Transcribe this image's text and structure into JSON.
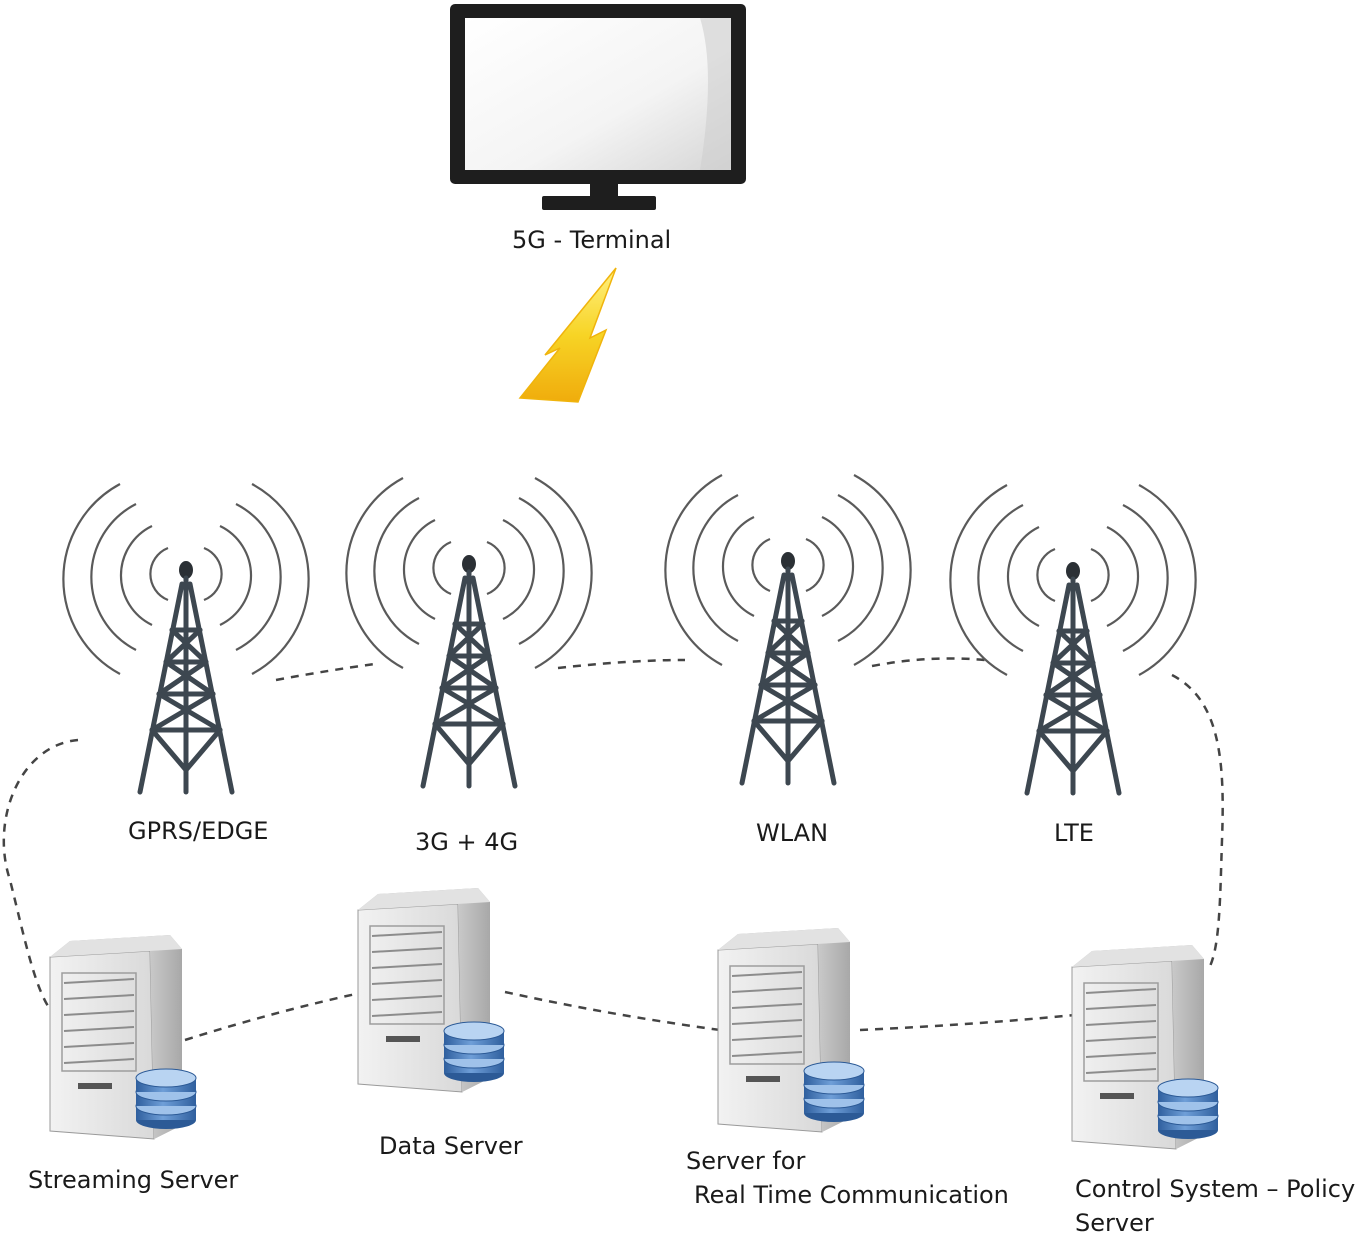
{
  "terminal": {
    "label": "5G - Terminal",
    "icon": "monitor-icon"
  },
  "signal": {
    "icon": "lightning-bolt-icon",
    "color": "#f5c400"
  },
  "towers": [
    {
      "id": "gprs",
      "label": "GPRS/EDGE",
      "icon": "cell-tower-icon"
    },
    {
      "id": "3g4g",
      "label": "3G + 4G",
      "icon": "cell-tower-icon"
    },
    {
      "id": "wlan",
      "label": "WLAN",
      "icon": "cell-tower-icon"
    },
    {
      "id": "lte",
      "label": "LTE",
      "icon": "cell-tower-icon"
    }
  ],
  "servers": [
    {
      "id": "streaming",
      "label": "Streaming Server",
      "icon": "server-database-icon"
    },
    {
      "id": "data",
      "label": "Data Server",
      "icon": "server-database-icon"
    },
    {
      "id": "rtc",
      "label_line1": "Server for",
      "label_line2": "Real Time Communication",
      "icon": "server-database-icon"
    },
    {
      "id": "policy",
      "label_line1": "Control System – Policy",
      "label_line2": "Server",
      "icon": "server-database-icon"
    }
  ],
  "colors": {
    "tower": "#3d4750",
    "monitor": "#1e1e1e",
    "database": "#4a7fc0",
    "connector": "#444444"
  }
}
